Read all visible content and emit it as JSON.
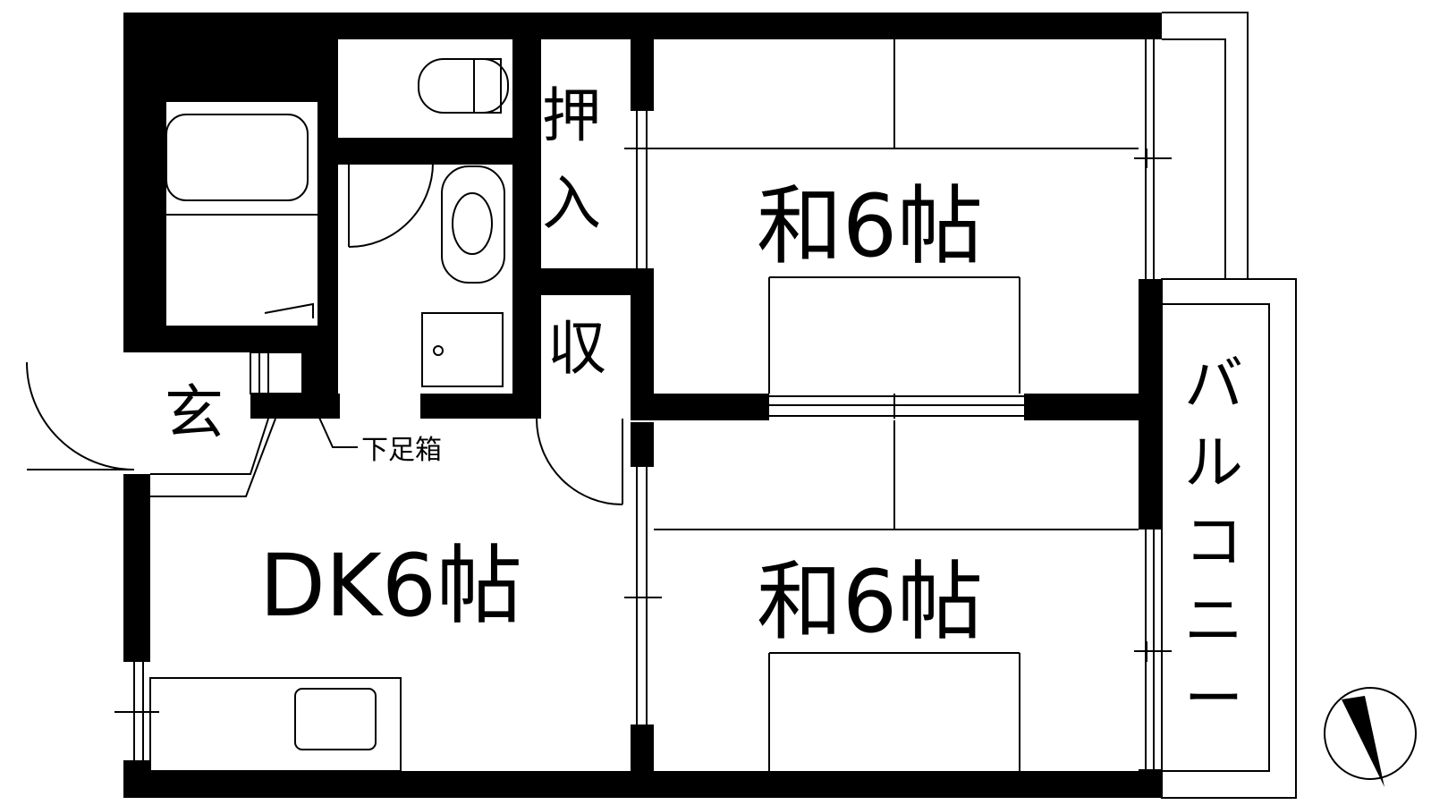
{
  "rooms": {
    "washitsu_upper": "和6帖",
    "washitsu_lower": "和6帖",
    "dk": "DK6帖",
    "oshiire_1": "押",
    "oshiire_2": "入",
    "storage": "収",
    "entrance": "玄",
    "shoe_box": "下足箱",
    "balcony_1": "バ",
    "balcony_2": "ル",
    "balcony_3": "コ",
    "balcony_4": "ニ",
    "balcony_5": "ー"
  },
  "icons": {
    "compass": "north-arrow-icon"
  },
  "colors": {
    "wall": "#000000",
    "background": "#ffffff"
  }
}
